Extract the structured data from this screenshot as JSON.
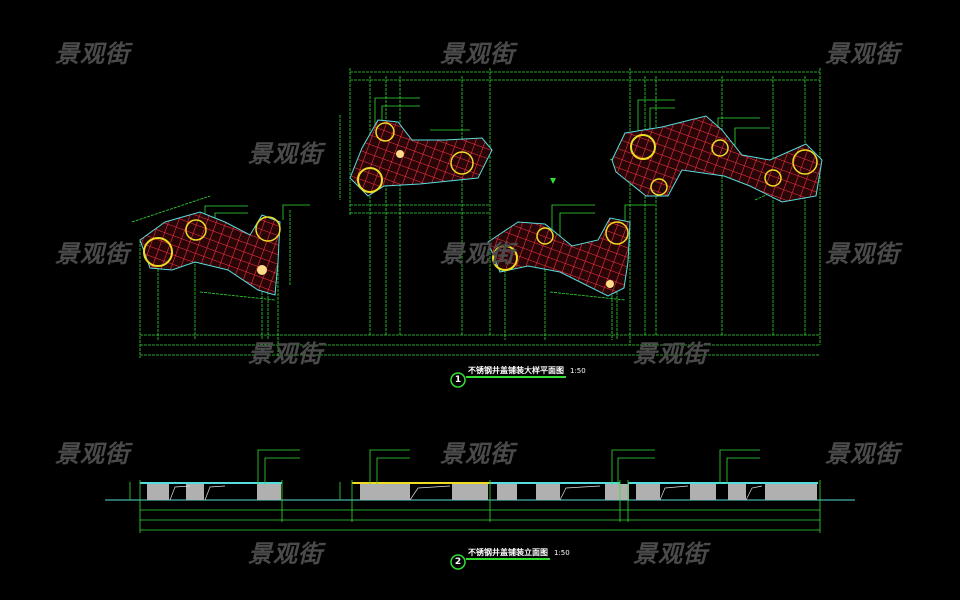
{
  "watermark": "景观街",
  "drawings": [
    {
      "number": "1",
      "title": "不锈钢井盖铺装大样平面图",
      "scale": "1:50"
    },
    {
      "number": "2",
      "title": "不锈钢井盖铺装立面图",
      "scale": "1:50"
    }
  ],
  "colors": {
    "background": "#000000",
    "dimension": "#33dd33",
    "grid": "#ff3344",
    "outline": "#55dddd",
    "manhole": "#eedd22",
    "slab": "#b0b0b0"
  }
}
